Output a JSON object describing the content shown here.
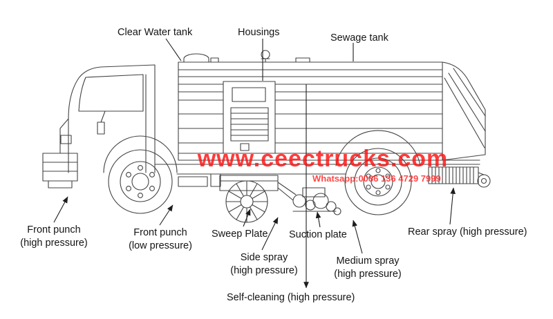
{
  "colors": {
    "line": "#424242",
    "label_text": "#141414",
    "watermark_red": "#ff1010"
  },
  "watermark": {
    "site": "www.ceectrucks.com",
    "whatsapp": "Whatsapp:0086 136 4729 7999"
  },
  "labels": {
    "clear_water_tank": "Clear Water tank",
    "housings": "Housings",
    "sewage_tank": "Sewage tank",
    "front_punch_high": "Front punch\n(high pressure)",
    "front_punch_low": "Front punch\n(low pressure)",
    "sweep_plate": "Sweep Plate",
    "suction_plate": "Suction plate",
    "rear_spray": "Rear spray (high pressure)",
    "side_spray": "Side spray\n(high pressure)",
    "medium_spray": "Medium spray\n(high pressure)",
    "self_cleaning": "Self-cleaning (high pressure)"
  }
}
